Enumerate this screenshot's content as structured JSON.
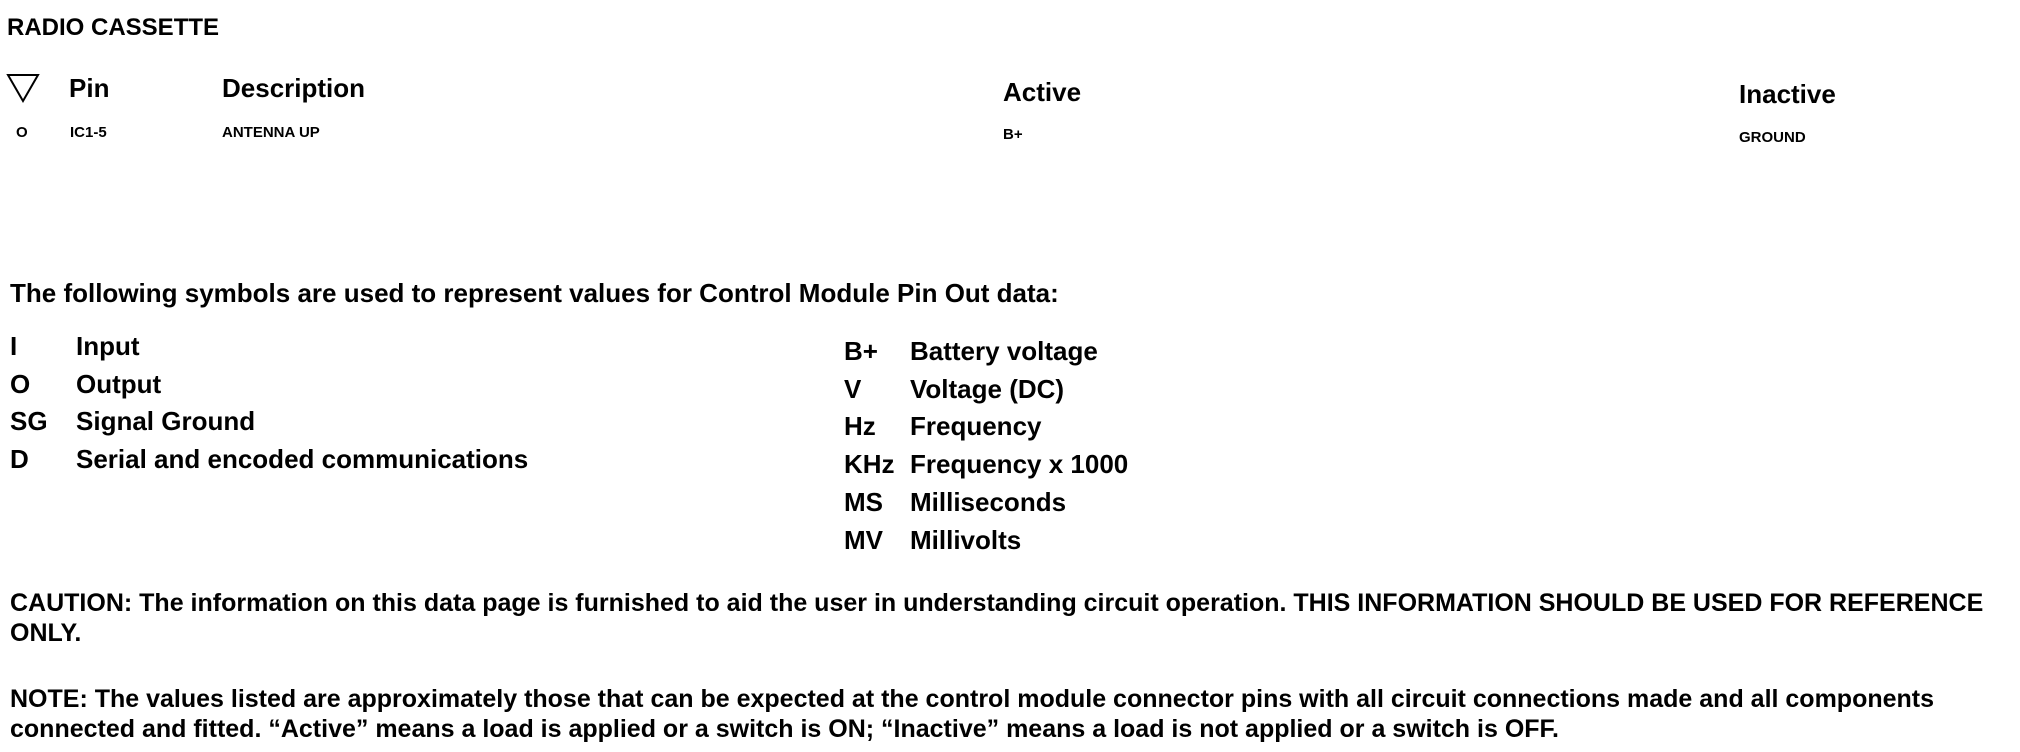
{
  "title": "RADIO CASSETTE",
  "table": {
    "direction_icon": "triangle-down-outline",
    "headers": {
      "pin": "Pin",
      "description": "Description",
      "active": "Active",
      "inactive": "Inactive"
    },
    "rows": [
      {
        "io": "O",
        "pin": "IC1-5",
        "description": "ANTENNA UP",
        "active": "B+",
        "inactive": "GROUND"
      }
    ]
  },
  "legend_intro": "The following symbols are used to represent values for Control Module Pin Out data:",
  "legend_left": [
    {
      "symbol": "I",
      "meaning": "Input"
    },
    {
      "symbol": "O",
      "meaning": "Output"
    },
    {
      "symbol": "SG",
      "meaning": "Signal Ground"
    },
    {
      "symbol": "D",
      "meaning": "Serial and encoded communications"
    }
  ],
  "legend_right": [
    {
      "symbol": "B+",
      "meaning": "Battery voltage"
    },
    {
      "symbol": "V",
      "meaning": "Voltage (DC)"
    },
    {
      "symbol": "Hz",
      "meaning": "Frequency"
    },
    {
      "symbol": "KHz",
      "meaning": "Frequency x 1000"
    },
    {
      "symbol": "MS",
      "meaning": "Milliseconds"
    },
    {
      "symbol": "MV",
      "meaning": "Millivolts"
    }
  ],
  "caution": "CAUTION: The information on this data page is furnished to aid the user in understanding circuit operation.  THIS INFORMATION SHOULD BE USED FOR REFERENCE ONLY.",
  "note": "NOTE: The values listed are approximately those that can be expected at the control module connector pins with all circuit connections made and all components connected and fitted.  “Active” means a load is applied or a switch is ON; “Inactive” means a load is not applied or a switch is OFF."
}
